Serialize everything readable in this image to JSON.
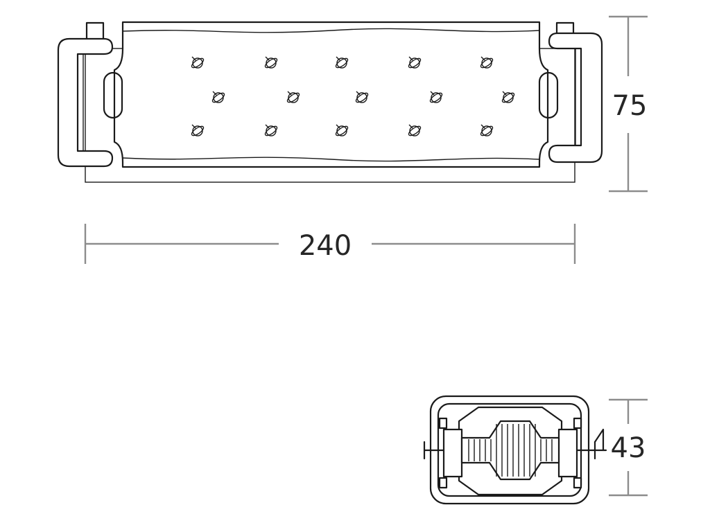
{
  "dimensions": {
    "length": "240",
    "height": "75",
    "depth": "43"
  },
  "led_rows": [
    5,
    5,
    5
  ],
  "colors": {
    "outline": "#1a1a1a",
    "dimension_line": "#8c8c8c",
    "text": "#262626"
  }
}
